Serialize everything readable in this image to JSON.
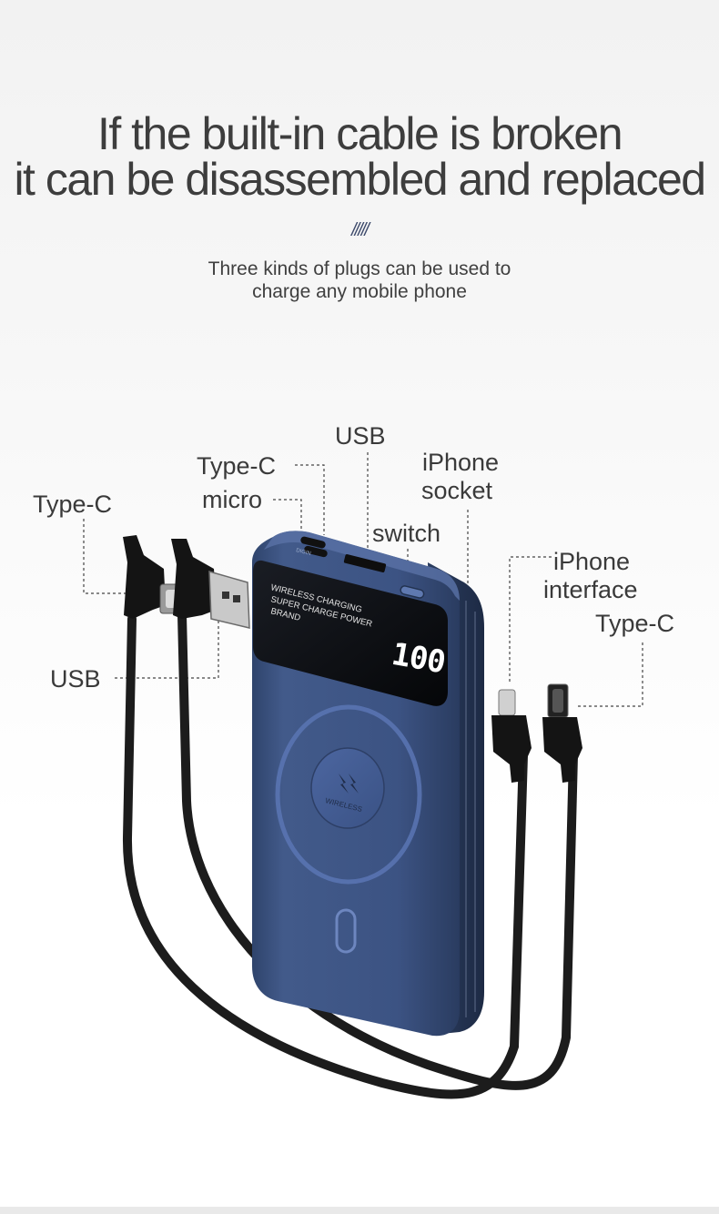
{
  "headline": {
    "line1": "If the built-in cable is broken",
    "line2": "it can be disassembled and replaced"
  },
  "decor": {
    "slashes": "/////"
  },
  "subtitle": {
    "line1": "Three kinds of plugs can be used to",
    "line2": "charge any mobile phone"
  },
  "labels": {
    "type_c_left": "Type-C",
    "type_c_top": "Type-C",
    "micro": "micro",
    "usb_top": "USB",
    "iphone_socket_1": "iPhone",
    "iphone_socket_2": "socket",
    "switch": "switch",
    "iphone_interface_1": "iPhone",
    "iphone_interface_2": "interface",
    "type_c_right": "Type-C",
    "usb_left": "USB"
  },
  "device": {
    "screen_line1": "WIRELESS CHARGING",
    "screen_line2": "SUPER CHARGE POWER",
    "screen_line3": "BRAND",
    "display_value": "100",
    "pad_text": "WIRELESS",
    "port_text": "DIGIN"
  },
  "colors": {
    "device_body": "#3e5584",
    "device_dark": "#22324f",
    "cable": "#1c1c1c",
    "text": "#3d3d3d"
  }
}
